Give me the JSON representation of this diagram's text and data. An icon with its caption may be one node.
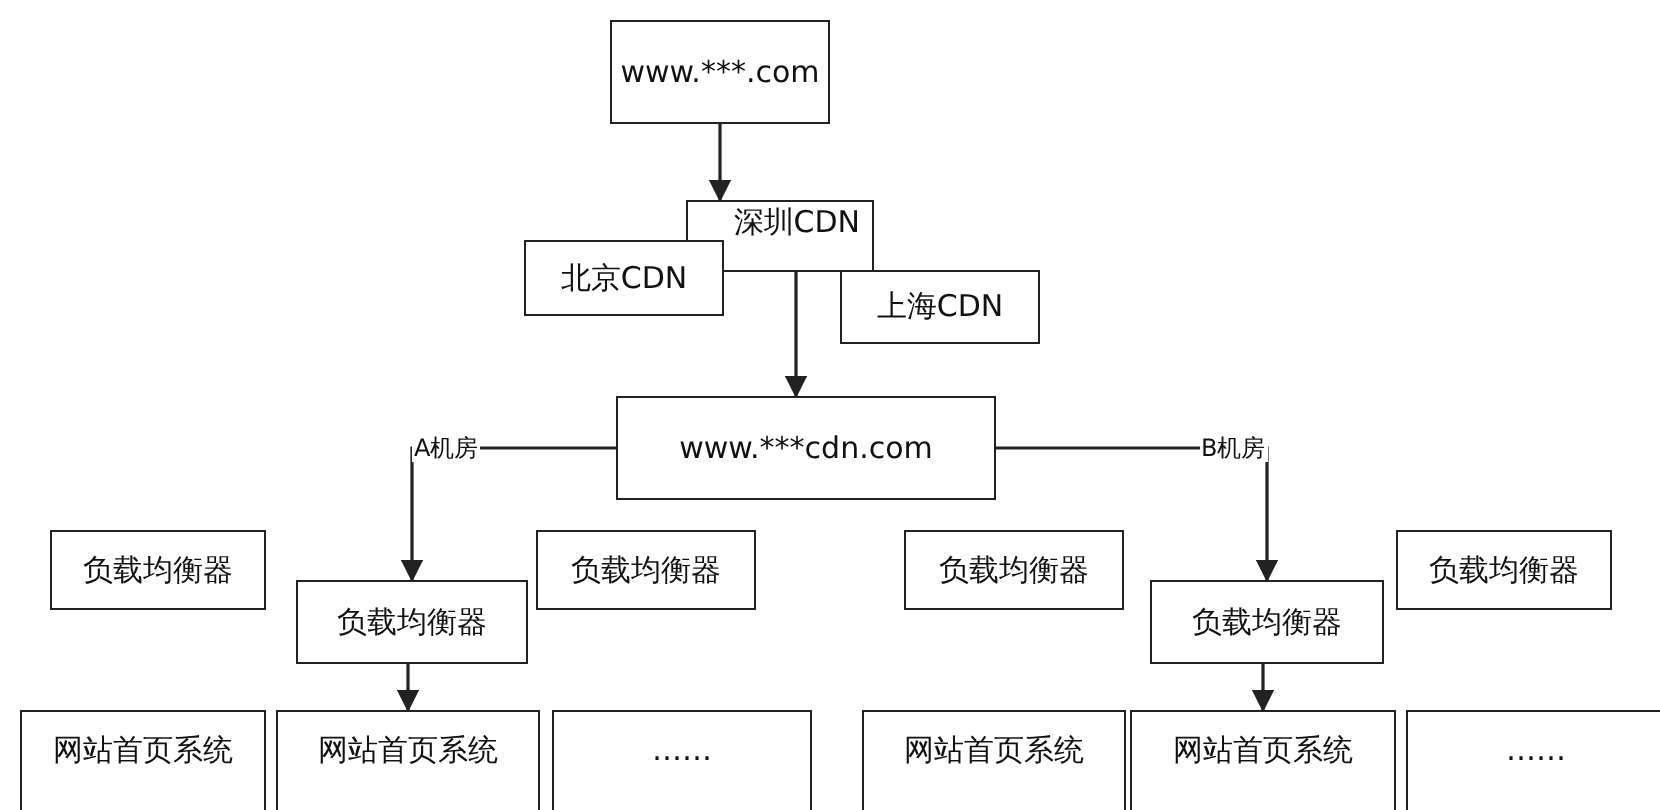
{
  "diagram": {
    "nodes": [
      {
        "text": [
          "www.***.com"
        ]
      },
      {
        "text": [
          "深圳CDN"
        ]
      },
      {
        "text": [
          "北京CDN"
        ]
      },
      {
        "text": [
          "上海CDN"
        ]
      },
      {
        "text": [
          "www.***cdn.com"
        ]
      },
      {
        "text": [
          "负载均衡器"
        ]
      },
      {
        "text": [
          "负载均衡器"
        ]
      },
      {
        "text": [
          "负载均衡器"
        ]
      },
      {
        "text": [
          "负载均衡器"
        ]
      },
      {
        "text": [
          "负载均衡器"
        ]
      },
      {
        "text": [
          "负载均衡器"
        ]
      },
      {
        "text": [
          "网站首页系统"
        ]
      },
      {
        "text": [
          "网站首页系统"
        ]
      },
      {
        "text": [
          "……"
        ]
      },
      {
        "text": [
          "网站首页系统"
        ]
      },
      {
        "text": [
          "网站首页系统"
        ]
      },
      {
        "text": [
          "……"
        ]
      }
    ],
    "edges": [
      {
        "from": 0,
        "to": 1,
        "arrow": "to"
      },
      {
        "from": 1,
        "to": 4,
        "arrow": "to"
      },
      {
        "from": 4,
        "to": 6,
        "arrow": "to",
        "label": "A机房"
      },
      {
        "from": 4,
        "to": 9,
        "arrow": "to",
        "label": "B机房"
      },
      {
        "from": 6,
        "to": 12,
        "arrow": "to"
      },
      {
        "from": 9,
        "to": 15,
        "arrow": "to"
      }
    ]
  }
}
